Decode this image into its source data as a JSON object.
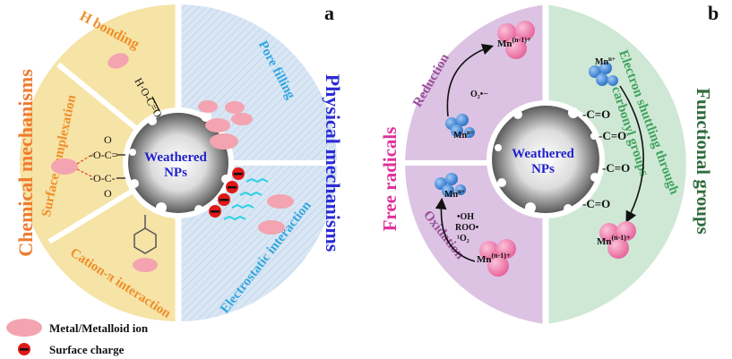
{
  "panel_a": {
    "label": "a",
    "center": {
      "line1": "Weathered",
      "line2": "NPs"
    },
    "chemical_title": "Chemical mechanisms",
    "physical_title": "Physical mechanisms",
    "sectors": {
      "h_bonding": "H bonding",
      "surface_complexation": "Surface complexation",
      "cation_pi": "Cation-π interaction",
      "pore_filling": "Pore filling",
      "electrostatic": "Electrostatic interaction"
    },
    "chem": {
      "hbond_frag": "H·O-C=O",
      "complex_1": "-O-C=",
      "complex_2": "-O-C-",
      "complex_o1": "O",
      "complex_o2": "O"
    }
  },
  "panel_b": {
    "label": "b",
    "center": {
      "line1": "Weathered",
      "line2": "NPs"
    },
    "free_radicals": "Free radicals",
    "functional_groups": "Functional groups",
    "reduction": "Reduction",
    "oxidation": "Oxidation",
    "electron_shuttling_1": "Electron shuttling through",
    "electron_shuttling_2": "carbonyl groups",
    "mn_n": "Mn",
    "mn_n_sup": "n+",
    "mn_n1_sup": "(n-1)+",
    "o2_radical": "O₂•−",
    "oxidants_1": "•OH",
    "oxidants_2": "ROO•",
    "oxidants_3": "¹O₂",
    "carbonyl": "-C=O"
  },
  "legend": {
    "metal_ion": "Metal/Metalloid ion",
    "surface_charge": "Surface charge"
  },
  "colors": {
    "chem_fill": "#f6e3a6",
    "phys_fill": "#d9e6f4",
    "radical_fill": "#dcc3e3",
    "func_fill": "#cfe8d6",
    "chem_title": "#f07a2e",
    "phys_title": "#2b2bd6",
    "radical_title": "#e0309a",
    "func_title": "#2f6b3c",
    "orange_text": "#ef8f2a",
    "cyan_text": "#31a7e0",
    "green_text": "#3fa45c",
    "purple_text": "#9a4f9a",
    "ion_fill": "#f3a4b0",
    "mn_blue": "#3a86d8",
    "mn_pink": "#ef7fae"
  }
}
